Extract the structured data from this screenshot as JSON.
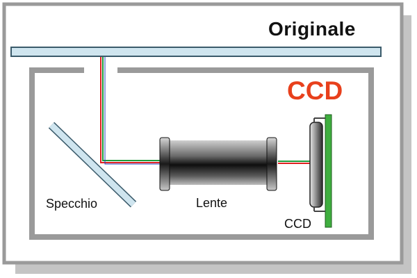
{
  "texts": {
    "original_title": "Originale",
    "ccd_title": "CCD",
    "mirror_label": "Specchio",
    "lens_label": "Lente",
    "sensor_label": "CCD"
  },
  "colors": {
    "ccd_title": "#e8401c",
    "frame_gray": "#9a9a9a",
    "shadow_gray": "#c4c4c4",
    "glass_fill": "#cfe5ef",
    "glass_stroke": "#3a5a6a",
    "ray_red": "#e02020",
    "ray_green": "#1e9a3a",
    "ray_blue": "#2040c0",
    "board_green": "#3fae3f"
  }
}
